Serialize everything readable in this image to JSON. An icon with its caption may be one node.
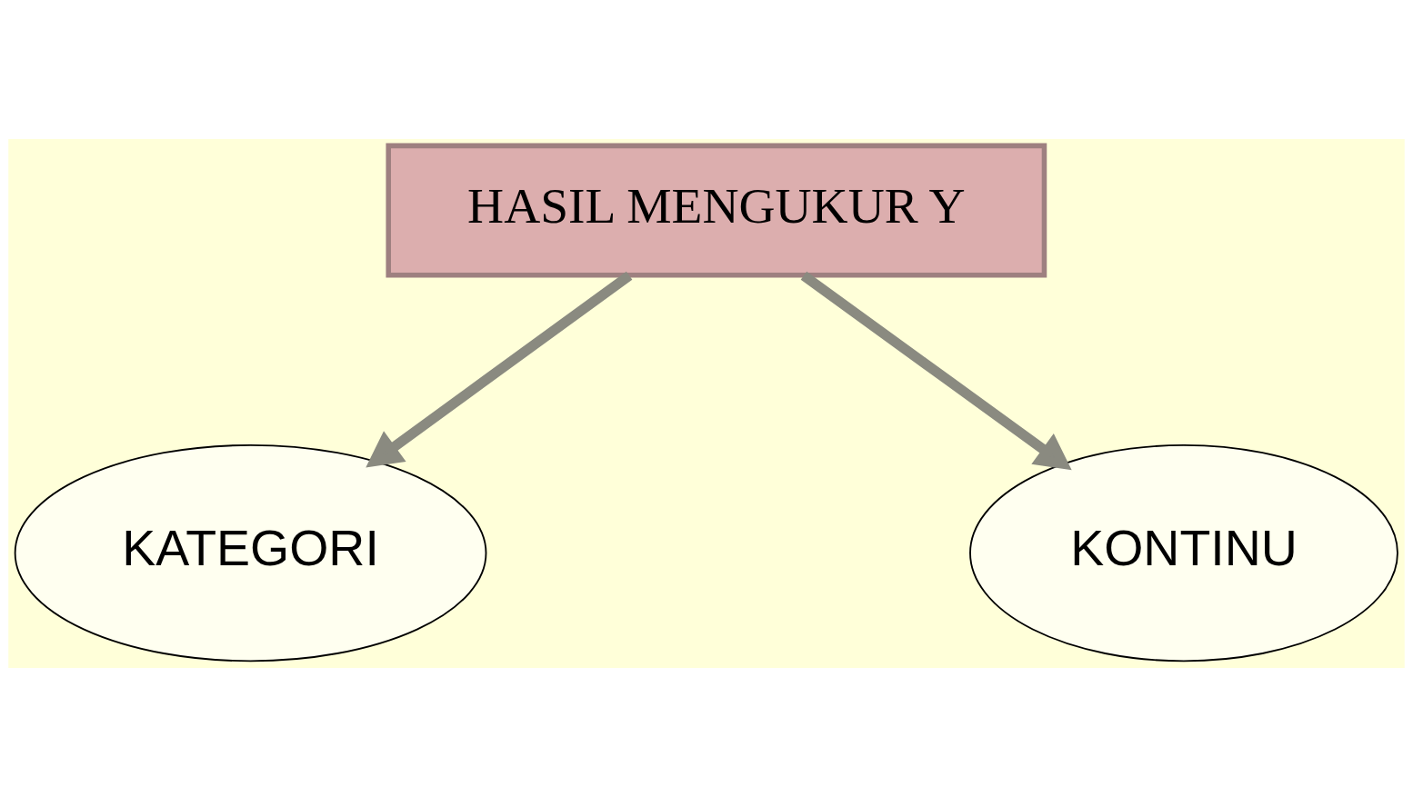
{
  "diagram": {
    "nodes": [
      {
        "text": [
          "HASIL MENGUKUR Y"
        ]
      },
      {
        "text": [
          "KATEGORI"
        ]
      },
      {
        "text": [
          "KONTINU"
        ]
      }
    ],
    "edges": [
      {
        "from": 0,
        "to": 1,
        "arrow": "to"
      },
      {
        "from": 0,
        "to": 2,
        "arrow": "to"
      }
    ]
  }
}
